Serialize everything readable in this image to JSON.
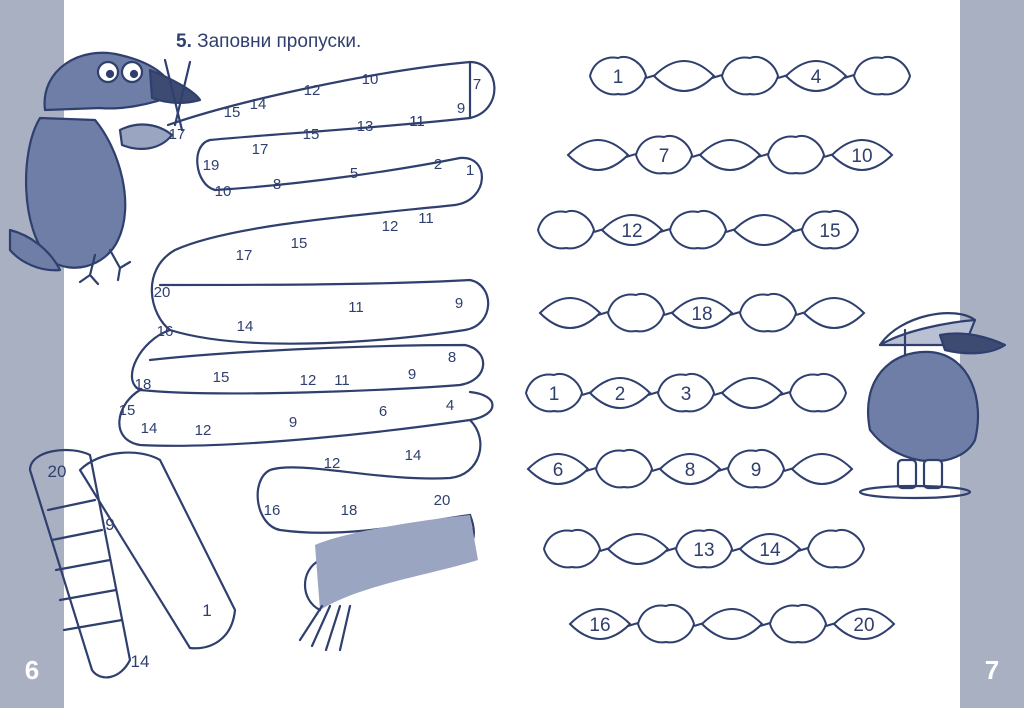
{
  "page": {
    "task_number": "5",
    "task_separator": ".",
    "task_text": "Заповни пропуски.",
    "page_left": "6",
    "page_right": "7"
  },
  "scarf": {
    "labels": [
      "7",
      "9",
      "10",
      "11",
      "12",
      "14",
      "15",
      "17",
      "15",
      "13",
      "11",
      "2",
      "1",
      "5",
      "8",
      "10",
      "19",
      "17",
      "12",
      "11",
      "15",
      "17",
      "20",
      "16",
      "14",
      "11",
      "9",
      "8",
      "9",
      "11",
      "12",
      "15",
      "18",
      "15",
      "14",
      "12",
      "9",
      "6",
      "4",
      "12",
      "14",
      "16",
      "18",
      "20"
    ]
  },
  "folded_scarf": {
    "labels": [
      "20",
      "9",
      "1",
      "14"
    ]
  },
  "leaf_rows": [
    [
      "1",
      "",
      "",
      "4",
      ""
    ],
    [
      "",
      "7",
      "",
      "",
      "10"
    ],
    [
      "",
      "12",
      "",
      "",
      "15"
    ],
    [
      "",
      "",
      "18",
      "",
      ""
    ],
    [
      "1",
      "2",
      "3",
      "",
      ""
    ],
    [
      "6",
      "",
      "8",
      "9",
      ""
    ],
    [
      "",
      "",
      "13",
      "14",
      ""
    ],
    [
      "16",
      "",
      "",
      "",
      "20"
    ]
  ],
  "colors": {
    "ink": "#2f3f6e",
    "sidebar": "#a9b0c2",
    "crow": "#6f7ea6"
  }
}
